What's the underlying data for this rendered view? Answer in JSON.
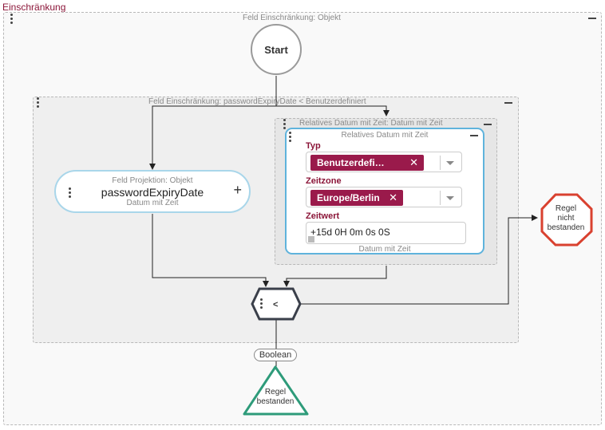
{
  "page": {
    "title": "Einschränkung"
  },
  "outer_frame": {
    "title": "Feld Einschränkung: Objekt"
  },
  "start_node": {
    "label": "Start"
  },
  "inner_frame": {
    "title": "Feld Einschränkung: passwordExpiryDate < Benutzerdefiniert"
  },
  "projection": {
    "title": "Feld Projektion: Objekt",
    "name": "passwordExpiryDate",
    "type": "Datum mit Zeit",
    "add_symbol": "+"
  },
  "relative_frame": {
    "title": "Relatives Datum mit Zeit: Datum mit Zeit"
  },
  "relative_card": {
    "title": "Relatives Datum mit Zeit",
    "typ_label": "Typ",
    "typ_value": "Benutzerdefi…",
    "zeitzone_label": "Zeitzone",
    "zeitzone_value": "Europe/Berlin",
    "zeitwert_label": "Zeitwert",
    "zeitwert_value": "+15d 0H 0m 0s 0S",
    "footer": "Datum mit Zeit",
    "chip_remove": "✕"
  },
  "operator_node": {
    "label": "<"
  },
  "boolean_label": "Boolean",
  "fail_node": {
    "line1": "Regel",
    "line2": "nicht",
    "line3": "bestanden"
  },
  "pass_node": {
    "line1": "Regel",
    "line2": "bestanden"
  },
  "colors": {
    "accent": "#8b1538",
    "chip": "#9a1a4b",
    "fail": "#d9412f",
    "pass": "#2e9b7a",
    "card_border": "#5fb3dc",
    "projection_border": "#a9d6ea"
  }
}
